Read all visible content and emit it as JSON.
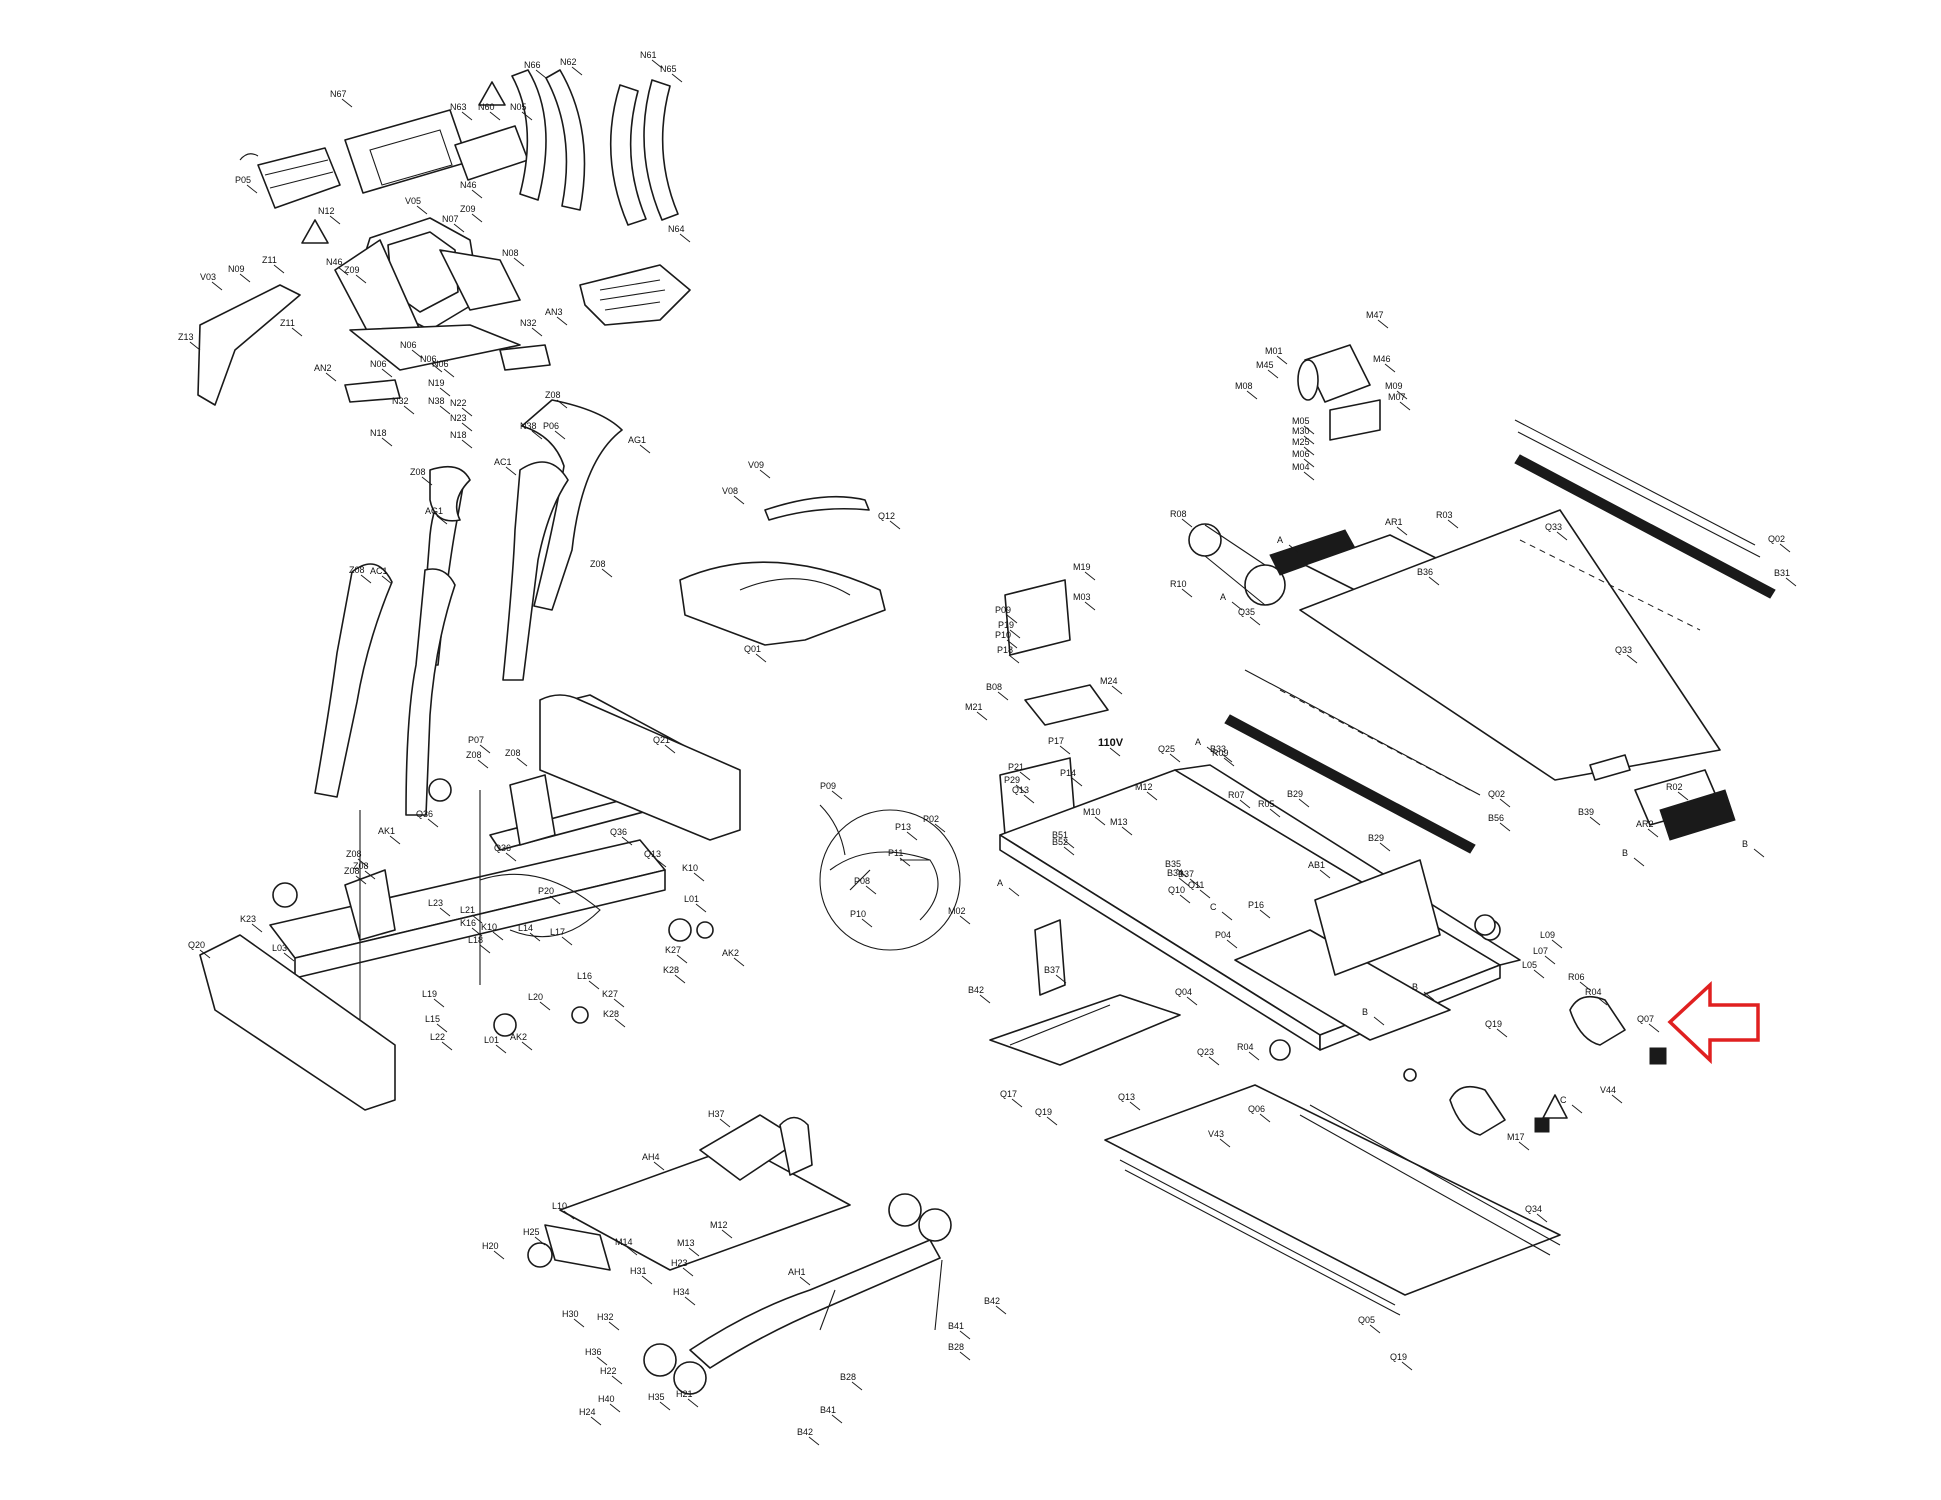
{
  "diagram": {
    "highlight": {
      "color": "#e02020",
      "target_part": "Q07"
    },
    "labels": [
      "N67",
      "N63",
      "N60",
      "N05",
      "N66",
      "N62",
      "N61",
      "N65",
      "P05",
      "N12",
      "V05",
      "N46",
      "N07",
      "Z09",
      "N08",
      "N64",
      "V03",
      "N09",
      "Z11",
      "N46",
      "Z09",
      "Z13",
      "N06",
      "N06",
      "N06",
      "N06",
      "N19",
      "AN2",
      "Z11",
      "N32",
      "N18",
      "N38",
      "AN3",
      "N22",
      "N23",
      "N32",
      "N18",
      "N38",
      "Z08",
      "AG1",
      "P06",
      "AC1",
      "Z08",
      "AG1",
      "Z08",
      "Z08",
      "AC1",
      "V09",
      "V08",
      "Q12",
      "Q01",
      "P07",
      "Z08",
      "Z08",
      "Q21",
      "Q36",
      "Q36",
      "AK1",
      "Q36",
      "Q13",
      "K10",
      "Z08",
      "Z08",
      "Z08",
      "P20",
      "L23",
      "L21",
      "K16",
      "K10",
      "L14",
      "L17",
      "L01",
      "AK2",
      "K23",
      "L03",
      "Q20",
      "L18",
      "K27",
      "K28",
      "L16",
      "K27",
      "K28",
      "L19",
      "L20",
      "L15",
      "L22",
      "L01",
      "AK2",
      "M19",
      "M03",
      "P09",
      "P19",
      "P10",
      "P18",
      "B08",
      "M24",
      "M21",
      "P17",
      "110V",
      "Q25",
      "R09",
      "B33",
      "P21",
      "P14",
      "P29",
      "M12",
      "Q13",
      "R07",
      "R05",
      "B29",
      "M10",
      "M13",
      "B51",
      "B52",
      "B35",
      "B29",
      "Q11",
      "Q10",
      "B34",
      "B37",
      "AB1",
      "P16",
      "P04",
      "P09",
      "P02",
      "P13",
      "P11",
      "P08",
      "P10",
      "M02",
      "B42",
      "B37",
      "Q04",
      "Q23",
      "Q17",
      "Q19",
      "Q13",
      "R04",
      "Q06",
      "V43",
      "M17",
      "M47",
      "M01",
      "M46",
      "M45",
      "M08",
      "M09",
      "M07",
      "M05",
      "M30",
      "M25",
      "M06",
      "M04",
      "R08",
      "A",
      "AR1",
      "B36",
      "R03",
      "R10",
      "A",
      "Q35",
      "Q33",
      "Q02",
      "B31",
      "Q33",
      "Q02",
      "B56",
      "B39",
      "AR2",
      "R02",
      "B",
      "B",
      "L09",
      "L07",
      "L05",
      "R06",
      "R04",
      "Q07",
      "V44",
      "Q19",
      "Q34",
      "Q05",
      "Q19",
      "H37",
      "AH4",
      "L10",
      "M12",
      "M13",
      "M14",
      "H25",
      "H20",
      "H31",
      "H23",
      "H34",
      "H30",
      "H32",
      "AH1",
      "B41",
      "B28",
      "B42",
      "H36",
      "H22",
      "H24",
      "H40",
      "H35",
      "H21",
      "B28",
      "B41",
      "B42",
      "C",
      "C",
      "A",
      "A",
      "B",
      "B"
    ]
  }
}
